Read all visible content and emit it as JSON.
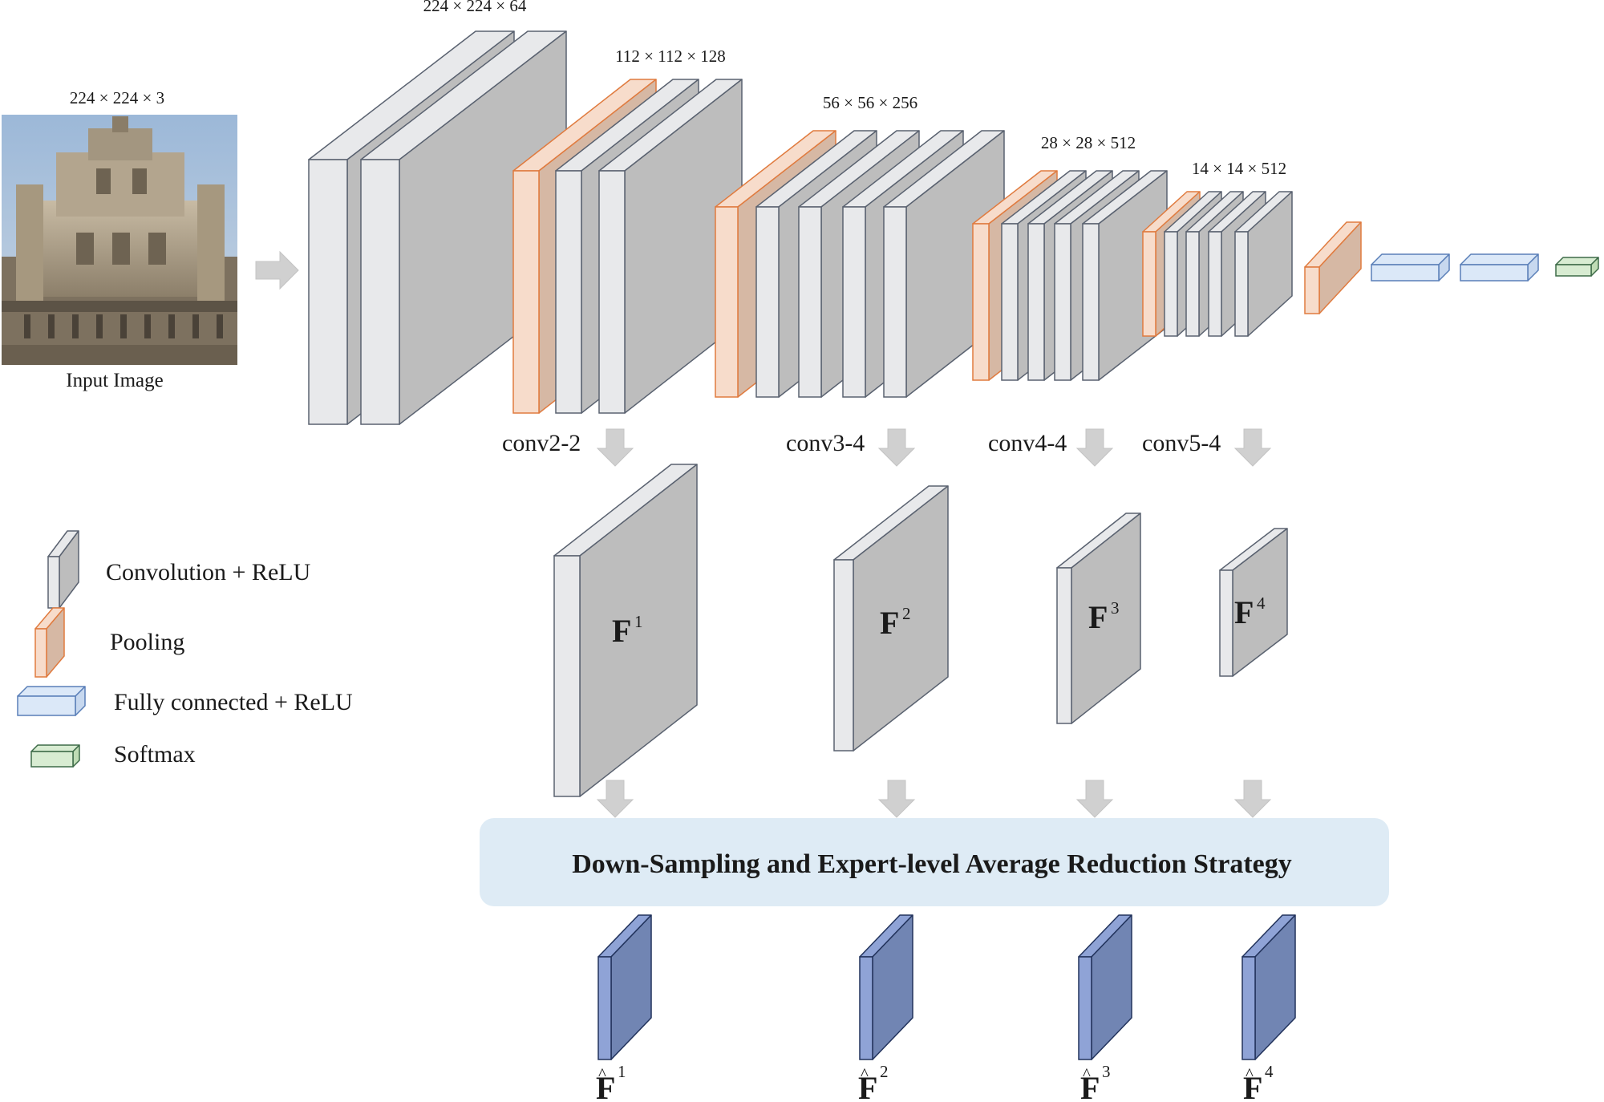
{
  "input": {
    "dims": "224 × 224 × 3",
    "label": "Input Image"
  },
  "dims": {
    "block1": "224 × 224 × 64",
    "block2": "112 × 112 × 128",
    "block3": "56 × 56 × 256",
    "block4": "28 × 28 × 512",
    "block5": "14 × 14 × 512"
  },
  "taps": [
    {
      "layer": "conv2-2",
      "feature": "F",
      "index": "1"
    },
    {
      "layer": "conv3-4",
      "feature": "F",
      "index": "2"
    },
    {
      "layer": "conv4-4",
      "feature": "F",
      "index": "3"
    },
    {
      "layer": "conv5-4",
      "feature": "F",
      "index": "4"
    }
  ],
  "reduced": [
    {
      "feature": "F",
      "hat": "^",
      "index": "1"
    },
    {
      "feature": "F",
      "hat": "^",
      "index": "2"
    },
    {
      "feature": "F",
      "hat": "^",
      "index": "3"
    },
    {
      "feature": "F",
      "hat": "^",
      "index": "4"
    }
  ],
  "strategy": "Down-Sampling and Expert-level Average Reduction Strategy",
  "legend": [
    {
      "type": "conv",
      "label": "Convolution + ReLU"
    },
    {
      "type": "pool",
      "label": "Pooling"
    },
    {
      "type": "fc",
      "label": "Fully connected + ReLU"
    },
    {
      "type": "softmax",
      "label": "Softmax"
    }
  ],
  "colors": {
    "conv_front": "#e8e9eb",
    "conv_side": "#bdbdbd",
    "conv_stroke": "#5a6270",
    "pool_front": "#f7dccb",
    "pool_side": "#d6b8a4",
    "pool_stroke": "#e07b3f",
    "fc_front": "#dbe8f8",
    "fc_stroke": "#5a7fb8",
    "softmax_front": "#d8ecd2",
    "softmax_stroke": "#3d6b48",
    "reduced_front": "#8fa3d6",
    "reduced_side": "#7185b3",
    "reduced_stroke": "#22335c",
    "arrow": "#d0d0d0",
    "banner": "#deebf5"
  }
}
